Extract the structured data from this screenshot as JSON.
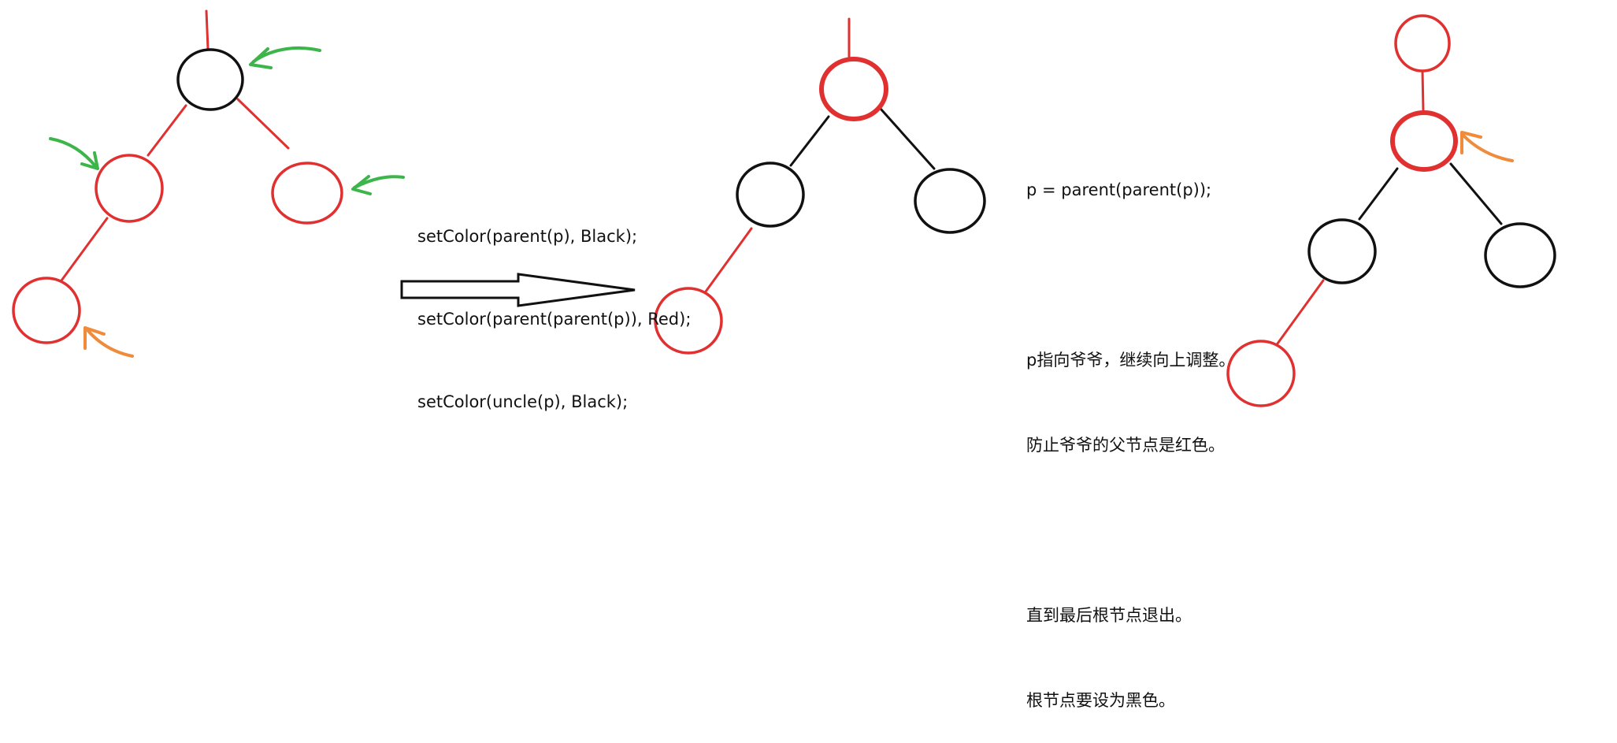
{
  "colors": {
    "red": "#e03030",
    "black": "#111111",
    "green": "#3cb54a",
    "orange": "#ef8b3a"
  },
  "code": {
    "line1": "setColor(parent(p), Black);",
    "line2": "setColor(parent(parent(p)), Red);",
    "line3": "setColor(uncle(p), Black);"
  },
  "notes": {
    "line1": "p = parent(parent(p));",
    "line2": "",
    "line3": "p指向爷爷，继续向上调整。",
    "line4": "防止爷爷的父节点是红色。",
    "line5": "",
    "line6": "直到最后根节点退出。",
    "line7": "根节点要设为黑色。"
  },
  "trees": [
    {
      "name": "before",
      "nodes": [
        {
          "id": "grandparent",
          "color": "black"
        },
        {
          "id": "parent",
          "color": "red"
        },
        {
          "id": "uncle",
          "color": "red"
        },
        {
          "id": "new-node",
          "color": "red"
        }
      ],
      "markers": [
        {
          "target": "grandparent",
          "color": "green"
        },
        {
          "target": "parent",
          "color": "green"
        },
        {
          "target": "uncle",
          "color": "green"
        },
        {
          "target": "new-node",
          "color": "orange"
        }
      ]
    },
    {
      "name": "after-recolor",
      "nodes": [
        {
          "id": "grandparent",
          "color": "red"
        },
        {
          "id": "parent",
          "color": "black"
        },
        {
          "id": "uncle",
          "color": "black"
        },
        {
          "id": "new-node",
          "color": "red"
        }
      ]
    },
    {
      "name": "move-up",
      "nodes": [
        {
          "id": "great-grandparent",
          "color": "red"
        },
        {
          "id": "grandparent",
          "color": "red"
        },
        {
          "id": "parent",
          "color": "black"
        },
        {
          "id": "uncle",
          "color": "black"
        },
        {
          "id": "new-node",
          "color": "red"
        }
      ],
      "markers": [
        {
          "target": "grandparent",
          "color": "orange"
        }
      ]
    }
  ]
}
